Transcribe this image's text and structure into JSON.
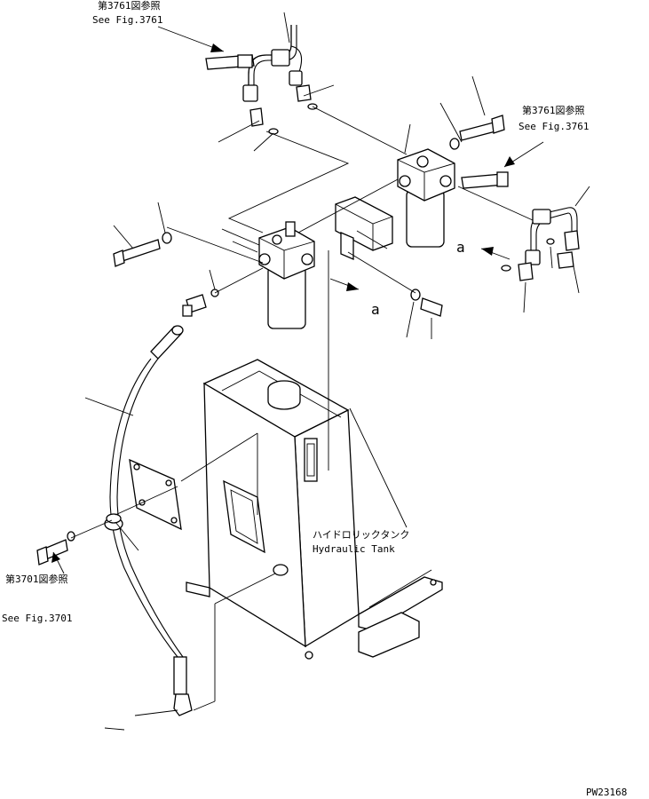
{
  "references": {
    "top_left": {
      "jp": "第3761図参照",
      "en": "See Fig.3761"
    },
    "top_right": {
      "jp": "第3761図参照",
      "en": "See Fig.3761"
    },
    "bottom_left": {
      "jp": "第3701図参照",
      "en": "See Fig.3701"
    }
  },
  "tank": {
    "jp": "ハイドロリックタンク",
    "en": "Hydraulic Tank"
  },
  "arrow_labels": {
    "a_right": "a",
    "a_center": "a"
  },
  "drawing_number": "PW23168"
}
